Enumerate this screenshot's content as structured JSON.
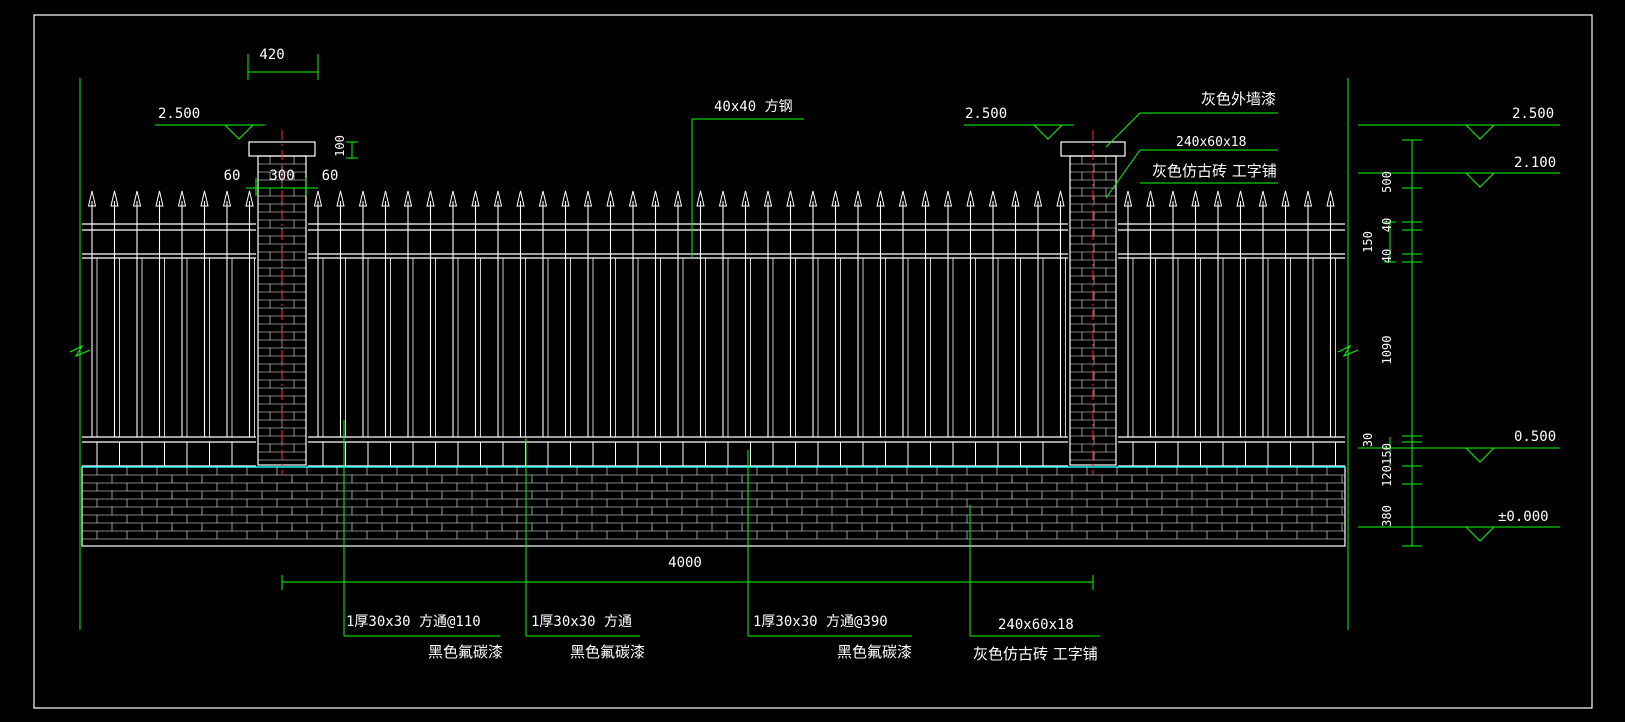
{
  "drawing": {
    "title": "Fence elevation drawing",
    "colors": {
      "background": "#000000",
      "frame": "#ffffff",
      "fence": "#ffffff",
      "dimension": "#00ff00",
      "text": "#ffffff",
      "centerline": "#ff2020",
      "ground_line": "#00ffff"
    },
    "top_dims": {
      "pier_width_total": "420",
      "cap_height": "100",
      "side_left": "60",
      "pier_core": "300",
      "side_right": "60"
    },
    "elevations_left": {
      "left_pier_top": "2.500",
      "right_pier_top": "2.500"
    },
    "callouts_top": {
      "steel_bar": "40x40  方钢",
      "exterior_paint": "灰色外墙漆",
      "brick_size": "240x60x18",
      "brick_desc": "灰色仿古砖 工字铺"
    },
    "right_elevations": [
      "2.500",
      "2.100",
      "0.500",
      "±0.000"
    ],
    "right_dims": [
      "500",
      "40",
      "150",
      "40",
      "1090",
      "30",
      "150",
      "120",
      "380"
    ],
    "span_dim": "4000",
    "bottom_callouts": [
      {
        "line1": "1厚30x30   方通@110",
        "line2": "黑色氟碳漆"
      },
      {
        "line1": "1厚30x30   方通",
        "line2": "黑色氟碳漆"
      },
      {
        "line1": "1厚30x30   方通@390",
        "line2": "黑色氟碳漆"
      },
      {
        "line1": "240x60x18",
        "line2": "灰色仿古砖 工字铺"
      }
    ]
  }
}
